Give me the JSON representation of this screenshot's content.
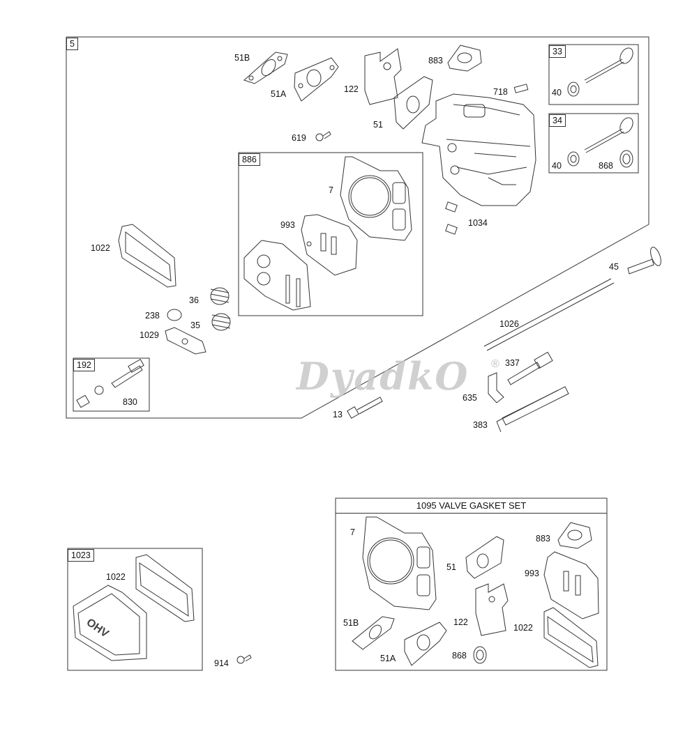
{
  "watermark": {
    "text": "DyadkO",
    "mark": "®"
  },
  "main_group": {
    "box_label": "5",
    "labels": [
      "51B",
      "51A",
      "122",
      "883",
      "718",
      "51",
      "619",
      "7",
      "993",
      "1034",
      "1022",
      "36",
      "238",
      "35",
      "1029",
      "45",
      "1026",
      "830",
      "337",
      "635",
      "13",
      "383",
      "40",
      "40",
      "868"
    ],
    "subgroups": {
      "g33": "33",
      "g34": "34",
      "g886": "886",
      "g192": "192"
    }
  },
  "cover_group": {
    "box_label": "1023",
    "labels": [
      "1022"
    ],
    "cover_text": "OHV"
  },
  "loose": {
    "label_914": "914"
  },
  "gasket_set": {
    "title": "1095 VALVE GASKET SET",
    "labels": [
      "7",
      "883",
      "51",
      "993",
      "51B",
      "122",
      "1022",
      "51A",
      "868"
    ]
  }
}
